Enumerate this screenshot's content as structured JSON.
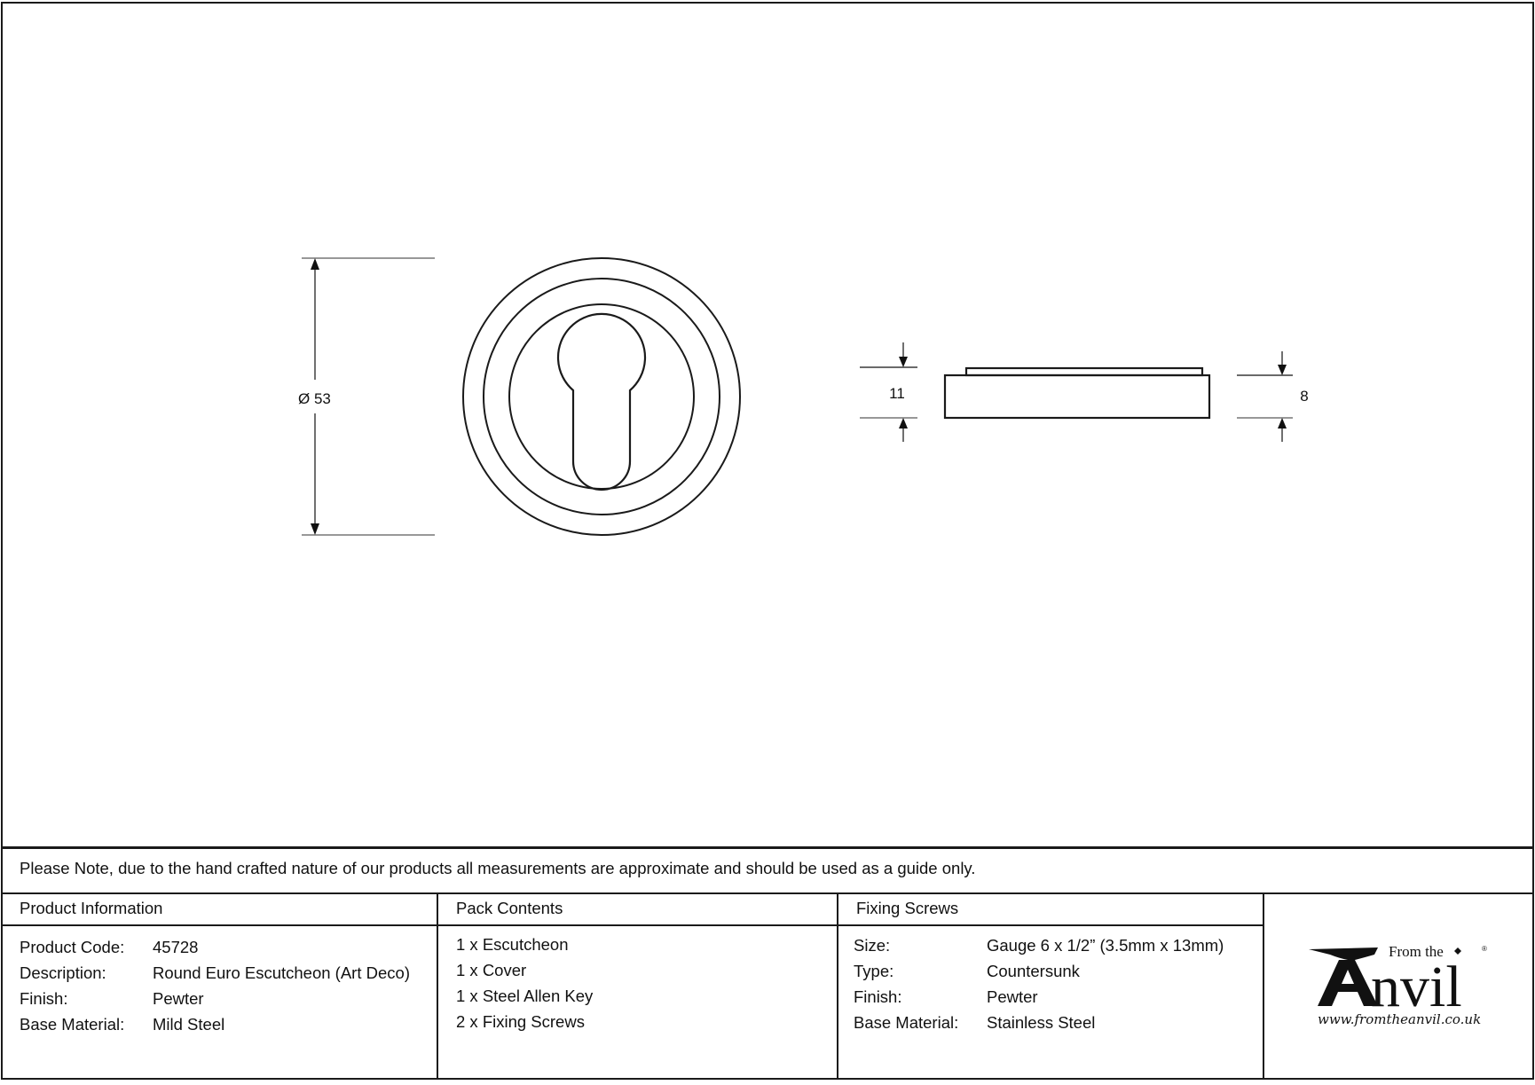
{
  "drawing": {
    "front_view": {
      "diameter_label": "Ø 53",
      "shape": "round escutcheon with euro profile keyhole"
    },
    "side_view": {
      "overall_height_label": "11",
      "base_height_label": "8"
    }
  },
  "note": {
    "text": "Please Note, due to the hand crafted nature of our products all measurements are approximate and should be used as a guide only."
  },
  "product_information": {
    "heading": "Product Information",
    "rows": [
      {
        "label": "Product Code:",
        "value": "45728"
      },
      {
        "label": "Description:",
        "value": "Round Euro Escutcheon (Art Deco)"
      },
      {
        "label": "Finish:",
        "value": "Pewter"
      },
      {
        "label": "Base Material:",
        "value": "Mild Steel"
      }
    ]
  },
  "pack_contents": {
    "heading": "Pack Contents",
    "items": [
      "1 x Escutcheon",
      "1 x Cover",
      "1 x Steel Allen Key",
      "2 x Fixing Screws"
    ]
  },
  "fixing_screws": {
    "heading": "Fixing Screws",
    "rows": [
      {
        "label": "Size:",
        "value": "Gauge 6 x 1/2” (3.5mm x 13mm)"
      },
      {
        "label": "Type:",
        "value": "Countersunk"
      },
      {
        "label": "Finish:",
        "value": "Pewter"
      },
      {
        "label": "Base Material:",
        "value": "Stainless Steel"
      }
    ]
  },
  "logo": {
    "line1": "From the",
    "brand_letter": "A",
    "brand_rest": "nvil",
    "registered": "®",
    "url": "www.fromtheanvil.co.uk"
  },
  "colors": {
    "line": "#1a1a1a",
    "dim_line": "#777777",
    "background": "#ffffff"
  }
}
